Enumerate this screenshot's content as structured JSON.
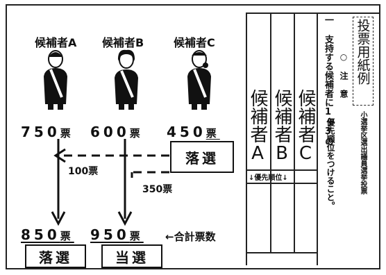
{
  "candidates": [
    {
      "name": "候補者A",
      "votes": "750",
      "unit": "票"
    },
    {
      "name": "候補者B",
      "votes": "600",
      "unit": "票"
    },
    {
      "name": "候補者C",
      "votes": "450",
      "unit": "票"
    }
  ],
  "transfer_from": {
    "result": "落選"
  },
  "transfers": [
    {
      "amount": "100票",
      "to": "候補者A"
    },
    {
      "amount": "350票",
      "to": "候補者B"
    }
  ],
  "totals": [
    {
      "votes": "850",
      "unit": "票",
      "result": "落選"
    },
    {
      "votes": "950",
      "unit": "票",
      "result": "当選"
    }
  ],
  "total_label": "←合計票数",
  "ballot": {
    "title": "投票用紙例",
    "side_note": "小選挙区選出議員選挙投票",
    "note_heading": "○ 注 意",
    "note_1": "一 支持する候補者に1〜3の",
    "note_2": "優先順位をつけること。",
    "columns": [
      "候補者A",
      "候補者B",
      "候補者C"
    ],
    "priority_label": "↓優先順位↓"
  },
  "colors": {
    "ink": "#111111",
    "line": "#222222",
    "background": "#ffffff"
  }
}
